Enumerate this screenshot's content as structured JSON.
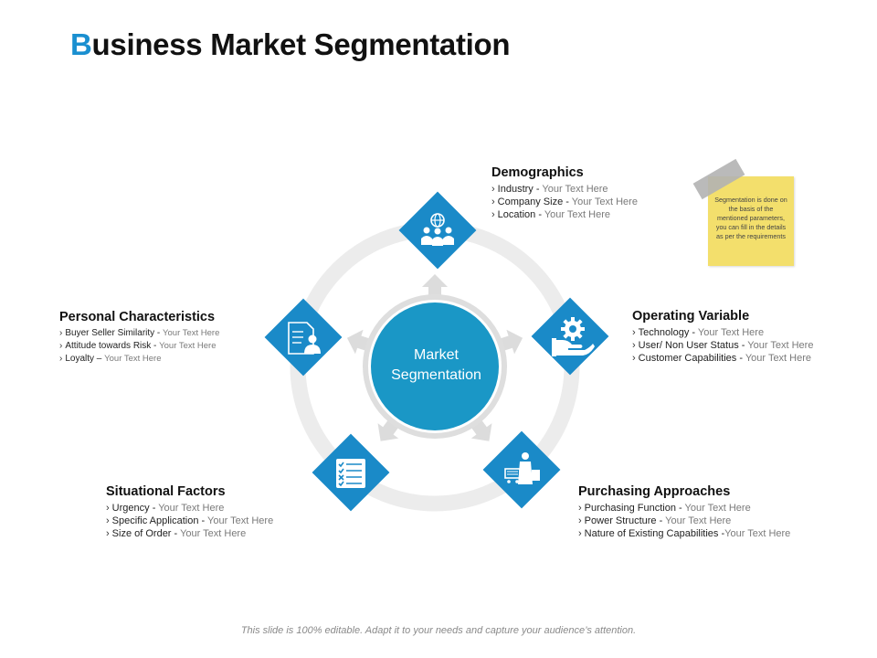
{
  "title": {
    "first_letter": "B",
    "rest": "usiness Market Segmentation"
  },
  "center": {
    "line1": "Market",
    "line2": "Segmentation"
  },
  "segments": {
    "demographics": {
      "title": "Demographics",
      "items": [
        {
          "label": "Industry - ",
          "placeholder": "Your Text Here"
        },
        {
          "label": "Company Size - ",
          "placeholder": "Your Text Here"
        },
        {
          "label": "Location - ",
          "placeholder": "Your Text Here"
        }
      ]
    },
    "operating": {
      "title": "Operating Variable",
      "items": [
        {
          "label": "Technology - ",
          "placeholder": "Your Text Here"
        },
        {
          "label": "User/ Non User Status - ",
          "placeholder": "Your Text Here"
        },
        {
          "label": "Customer Capabilities - ",
          "placeholder": "Your Text Here"
        }
      ]
    },
    "purchasing": {
      "title": "Purchasing Approaches",
      "items": [
        {
          "label": "Purchasing Function - ",
          "placeholder": "Your Text Here"
        },
        {
          "label": "Power Structure - ",
          "placeholder": "Your Text Here"
        },
        {
          "label": "Nature of Existing Capabilities -",
          "placeholder": "Your Text Here"
        }
      ]
    },
    "situational": {
      "title": "Situational Factors",
      "items": [
        {
          "label": "Urgency - ",
          "placeholder": "Your Text Here"
        },
        {
          "label": "Specific Application - ",
          "placeholder": "Your Text Here"
        },
        {
          "label": "Size of Order - ",
          "placeholder": "Your Text Here"
        }
      ]
    },
    "personal": {
      "title": "Personal Characteristics",
      "items": [
        {
          "label": "Buyer Seller Similarity - ",
          "placeholder": "Your Text Here"
        },
        {
          "label": "Attitude towards Risk - ",
          "placeholder": "Your Text Here"
        },
        {
          "label": "Loyalty – ",
          "placeholder": "Your Text Here"
        }
      ]
    }
  },
  "sticky_note": {
    "text": "Segmentation is done on the basis of the mentioned parameters, you can fill in the details as per the requirements"
  },
  "footer": "This slide is 100% editable. Adapt it to your needs and capture your audience’s attention.",
  "colors": {
    "accent": "#1a8fd0",
    "diamond": "#1a8ac8",
    "center_fill": "#1a97c6",
    "ring": "#ececec",
    "note": "#f3df6c"
  }
}
